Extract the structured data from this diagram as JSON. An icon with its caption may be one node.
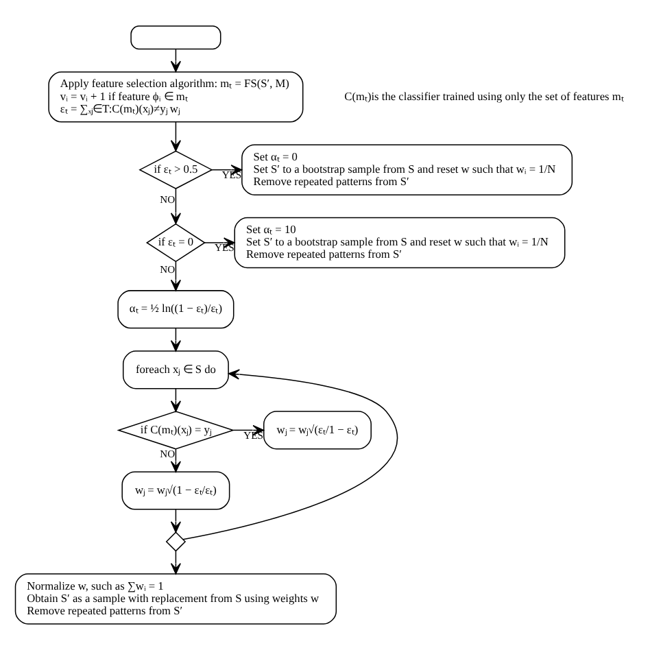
{
  "diagram": {
    "nodes": [
      {
        "text": [],
        "shape": "box"
      },
      {
        "text": [
          "Apply feature selection algorithm: mₜ = FS(S′, M)",
          "vᵢ = vᵢ + 1 if feature ϕᵢ ∈ mₜ",
          "εₜ = ∑ₓⱼ∈T:C(mₜ)(xⱼ)≠yⱼ wⱼ"
        ]
      },
      {
        "text": [
          "if εₜ > 0.5"
        ]
      },
      {
        "text": [
          "Set αₜ = 0",
          "Set S′ to a bootstrap sample from S and reset w such that wᵢ = 1/N",
          "Remove repeated patterns from S′"
        ]
      },
      {
        "text": [
          "if εₜ = 0"
        ]
      },
      {
        "text": [
          "Set αₜ = 10",
          "Set S′ to a bootstrap sample from S and reset w such that wᵢ = 1/N",
          "Remove repeated patterns from S′"
        ]
      },
      {
        "text": [
          "αₜ = ½ ln((1 − εₜ)/εₜ)"
        ]
      },
      {
        "text": [
          "foreach xⱼ ∈ S do"
        ]
      },
      {
        "text": [
          "if C(mₜ)(xⱼ) = yⱼ"
        ]
      },
      {
        "text": [
          "wⱼ = wⱼ√(εₜ/1 − εₜ)"
        ]
      },
      {
        "text": [
          "wⱼ = wⱼ√(1 − εₜ/εₜ)"
        ]
      },
      {
        "text": [],
        "shape": "diamond"
      },
      {
        "text": [
          "Normalize w, such as ∑wᵢ = 1",
          "Obtain S′ as a sample with replacement from S using weights w",
          "Remove repeated patterns from S′"
        ]
      }
    ],
    "edges": [
      {
        "from": 0,
        "to": 1,
        "arrow": "to"
      },
      {
        "from": 1,
        "to": 2,
        "arrow": "to"
      },
      {
        "from": 2,
        "to": 3,
        "arrow": "to",
        "label": "YES"
      },
      {
        "from": 2,
        "to": 4,
        "arrow": "to",
        "label": "NO"
      },
      {
        "from": 4,
        "to": 5,
        "arrow": "to",
        "label": "YES"
      },
      {
        "from": 4,
        "to": 6,
        "arrow": "to",
        "label": "NO"
      },
      {
        "from": 6,
        "to": 7,
        "arrow": "to"
      },
      {
        "from": 7,
        "to": 8,
        "arrow": "to"
      },
      {
        "from": 8,
        "to": 9,
        "arrow": "to",
        "label": "YES"
      },
      {
        "from": 8,
        "to": 10,
        "arrow": "to",
        "label": "NO"
      },
      {
        "from": 10,
        "to": 11,
        "arrow": "to"
      },
      {
        "from": 11,
        "to": 7,
        "arrow": "to"
      },
      {
        "from": 11,
        "to": 12,
        "arrow": "to"
      }
    ],
    "labels": [
      "C(mₜ)is the classifier trained using only the set of features mₜ"
    ]
  }
}
